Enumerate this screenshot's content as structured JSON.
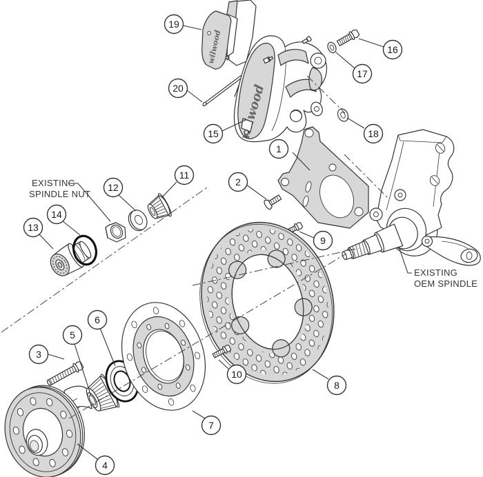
{
  "diagram_type": "exploded-brake-assembly-diagram",
  "brand_text": "wilwood",
  "labels": {
    "spindle_nut": {
      "line1": "EXISTING",
      "line2": "SPINDLE NUT"
    },
    "oem_spindle": {
      "line1": "EXISTING",
      "line2": "OEM SPINDLE"
    }
  },
  "callouts": [
    {
      "num": "1"
    },
    {
      "num": "2"
    },
    {
      "num": "3"
    },
    {
      "num": "4"
    },
    {
      "num": "5"
    },
    {
      "num": "6"
    },
    {
      "num": "7"
    },
    {
      "num": "8"
    },
    {
      "num": "9"
    },
    {
      "num": "10"
    },
    {
      "num": "11"
    },
    {
      "num": "12"
    },
    {
      "num": "13"
    },
    {
      "num": "14"
    },
    {
      "num": "15"
    },
    {
      "num": "16"
    },
    {
      "num": "17"
    },
    {
      "num": "18"
    },
    {
      "num": "19"
    },
    {
      "num": "20"
    }
  ],
  "colors": {
    "background": "#ffffff",
    "line": "#333333",
    "shade": "#d7d7d7"
  }
}
